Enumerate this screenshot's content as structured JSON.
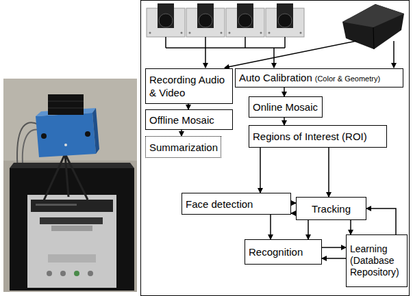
{
  "diagram": {
    "nodes": [
      {
        "text": [
          "Recording Audio & Video"
        ]
      },
      {
        "text": [
          "Auto Calibration",
          "(Color & Geometry)"
        ]
      },
      {
        "text": [
          "Offline Mosaic"
        ]
      },
      {
        "text": [
          "Online Mosaic"
        ]
      },
      {
        "text": [
          "Regions of Interest (ROI)"
        ]
      },
      {
        "text": [
          "Summarization"
        ]
      },
      {
        "text": [
          "Face detection"
        ]
      },
      {
        "text": [
          "Tracking"
        ]
      },
      {
        "text": [
          "Recognition"
        ]
      },
      {
        "text": [
          "Learning (Database Repository)"
        ]
      }
    ],
    "edges": [
      {
        "from": 0,
        "to": 2,
        "arrow": "to"
      },
      {
        "from": 2,
        "to": 5,
        "arrow": "to"
      },
      {
        "from": 1,
        "to": 3,
        "arrow": "to"
      },
      {
        "from": 3,
        "to": 4,
        "arrow": "to"
      },
      {
        "from": 4,
        "to": 6,
        "arrow": "to"
      },
      {
        "from": 4,
        "to": 7,
        "arrow": "to"
      },
      {
        "from": 6,
        "to": 7,
        "arrow": "to"
      },
      {
        "from": 7,
        "to": 6,
        "arrow": "to"
      },
      {
        "from": 6,
        "to": 8,
        "arrow": "to"
      },
      {
        "from": 7,
        "to": 8,
        "arrow": "to"
      },
      {
        "from": 7,
        "to": 9,
        "arrow": "to"
      },
      {
        "from": 9,
        "to": 7,
        "arrow": "to"
      },
      {
        "from": 8,
        "to": 9,
        "arrow": "to"
      },
      {
        "from": 9,
        "to": 8,
        "arrow": "to"
      }
    ]
  }
}
